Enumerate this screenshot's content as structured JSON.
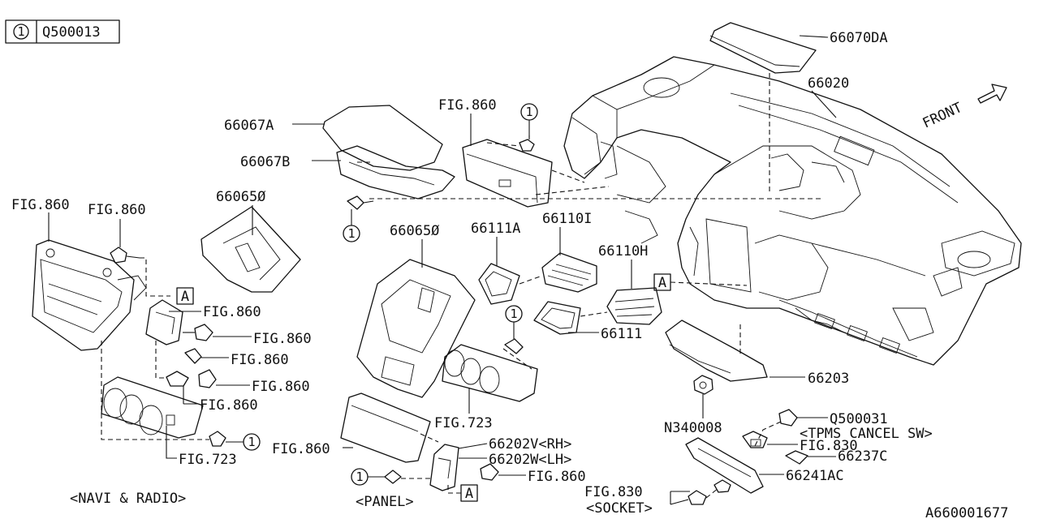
{
  "legend": {
    "number": "1",
    "part": "Q500013"
  },
  "labels": {
    "p66070DA": "66070DA",
    "p66020": "66020",
    "front": "FRONT",
    "p66067A": "66067A",
    "p66067B": "66067B",
    "fig860_top": "FIG.860",
    "circle_top": "1",
    "circle_mid": "1",
    "p660650_a": "66065Ø",
    "p660650_b": "66065Ø",
    "p66111A": "66111A",
    "p66110I": "66110I",
    "p66110H": "66110H",
    "p66111": "66111",
    "a_box_right": "A",
    "fig860_l1": "FIG.860",
    "fig860_l2": "FIG.860",
    "a_box_left": "A",
    "fig860_l3": "FIG.860",
    "fig860_l4": "FIG.860",
    "fig860_l5": "FIG.860",
    "fig860_l6": "FIG.860",
    "fig860_l7": "FIG.860",
    "circle_left": "1",
    "fig723_left": "FIG.723",
    "circle_center": "1",
    "fig723_center": "FIG.723",
    "p66203": "66203",
    "n340008": "N340008",
    "q500031": "Q500031",
    "tpms": "<TPMS CANCEL SW>",
    "fig830_a": "FIG.830",
    "p66237C": "66237C",
    "p66241AC": "66241AC",
    "fig830_b": "FIG.830",
    "socket": "<SOCKET>",
    "fig860_panel": "FIG.860",
    "p66202V": "66202V<RH>",
    "p66202W": "66202W<LH>",
    "circle_panel": "1",
    "fig860_panel2": "FIG.860",
    "a_box_panel": "A",
    "panel": "<PANEL>",
    "navi": "<NAVI & RADIO>",
    "drawing_no": "A660001677"
  }
}
